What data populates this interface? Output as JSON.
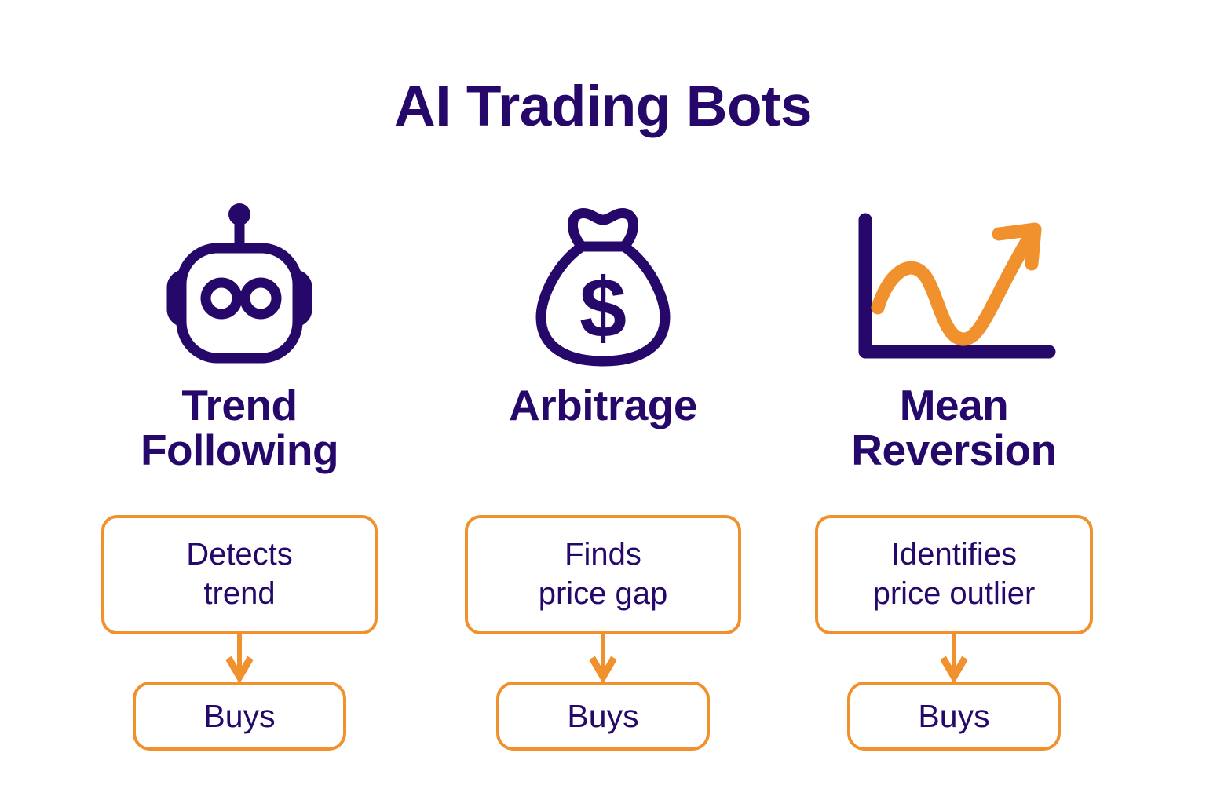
{
  "title": "AI Trading Bots",
  "colors": {
    "navy": "#26086b",
    "orange": "#f0912d",
    "background": "#ffffff"
  },
  "columns": [
    {
      "icon": "robot-icon",
      "strategy": "Trend\nFollowing",
      "step_primary": "Detects\ntrend",
      "step_final": "Buys"
    },
    {
      "icon": "money-bag-icon",
      "strategy": "Arbitrage",
      "step_primary": "Finds\nprice gap",
      "step_final": "Buys"
    },
    {
      "icon": "growth-chart-icon",
      "strategy": "Mean\nReversion",
      "step_primary": "Identifies\nprice outlier",
      "step_final": "Buys"
    }
  ]
}
